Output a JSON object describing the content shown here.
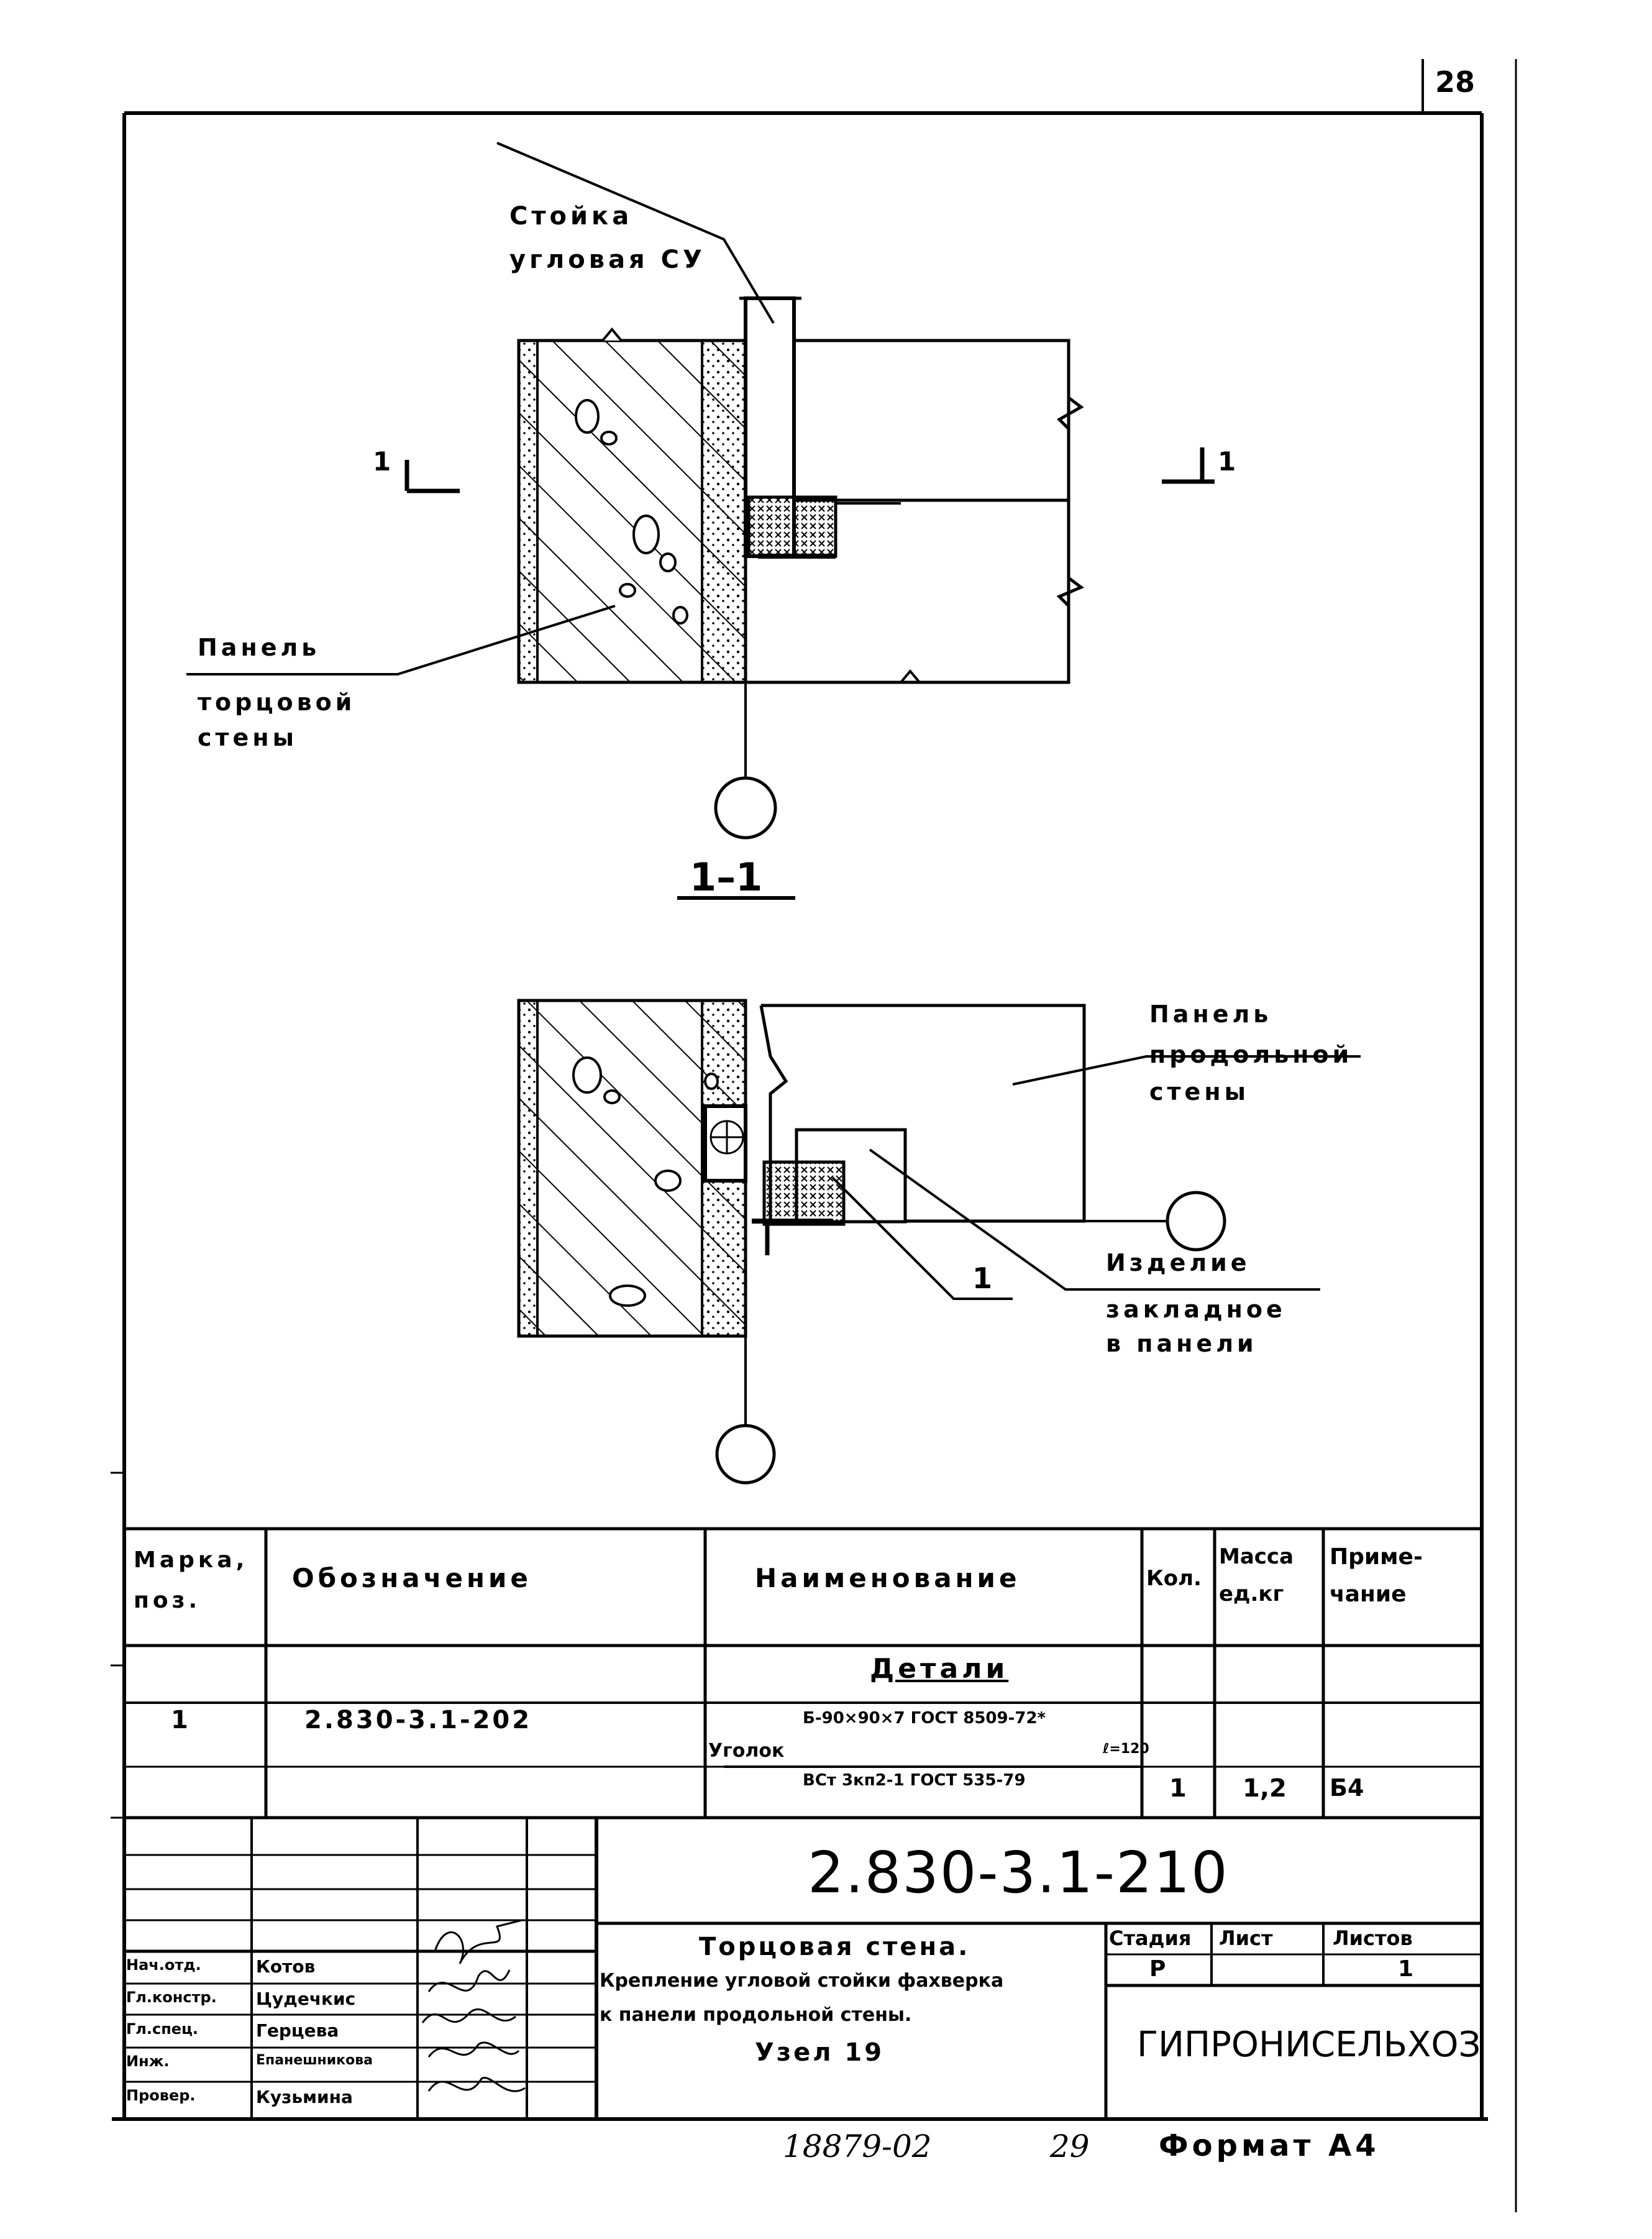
{
  "sheet_number": "28",
  "section_label": "1–1",
  "section_marks": [
    "1",
    "1"
  ],
  "callouts": {
    "stoyka_line1": "Стойка",
    "stoyka_line2": "угловая СУ",
    "panel_end_line1": "Панель",
    "panel_end_line2": "торцовой",
    "panel_end_line3": "стены",
    "panel_long_line1": "Панель",
    "panel_long_line2": "продольной",
    "panel_long_line3": "стены",
    "izdelie_line1": "Изделие",
    "izdelie_line2": "закладное",
    "izdelie_line3": "в панели",
    "position_1": "1"
  },
  "spec_table": {
    "headers": {
      "marka_line1": "Марка,",
      "marka_line2": "поз.",
      "oboznachenie": "Обозначение",
      "naimenovanie": "Наименование",
      "kol": "Кол.",
      "massa_line1": "Масса",
      "massa_line2": "ед.кг",
      "primech_line1": "Приме-",
      "primech_line2": "чание"
    },
    "section_title": "Детали",
    "rows": [
      {
        "pos": "1",
        "designation": "2.830-3.1-202",
        "name": "Уголок",
        "name_top": "Б-90×90×7 ГОСТ 8509-72*",
        "name_bottom": "ВСт 3кп2-1 ГОСТ 535-79",
        "length": "ℓ=120",
        "qty": "1",
        "mass": "1,2",
        "note": "Б4"
      }
    ]
  },
  "title_block": {
    "doc_code": "2.830-3.1-210",
    "title_line1": "Торцовая стена.",
    "title_line2": "Крепление угловой стойки фахверка",
    "title_line3": "к панели продольной стены.",
    "title_line4": "Узел 19",
    "stage_header": "Стадия",
    "sheet_header": "Лист",
    "sheets_header": "Листов",
    "stage_value": "Р",
    "sheet_value": "",
    "sheets_value": "1",
    "organization": "ГИПРОНИСЕЛЬХОЗ",
    "people": [
      {
        "role": "Нач.отд.",
        "name": "Котов"
      },
      {
        "role": "Гл.констр.",
        "name": "Цудечкис"
      },
      {
        "role": "Гл.спец.",
        "name": "Герцева"
      },
      {
        "role": "Инж.",
        "name": "Епанешникова"
      },
      {
        "role": "Провер.",
        "name": "Кузьмина"
      }
    ]
  },
  "footer": {
    "inventory": "18879-02",
    "page": "29",
    "format": "Формат А4"
  }
}
